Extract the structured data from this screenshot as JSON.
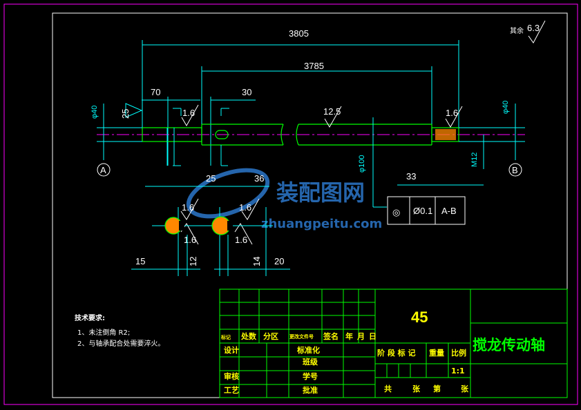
{
  "drawing": {
    "title": "搅龙传动轴",
    "material": "45",
    "scale": "1:1",
    "roughness_note_label": "其余",
    "roughness_note_value": "6.3",
    "datum_a": "A",
    "datum_b": "B",
    "dimensions": {
      "total_length": "3805",
      "inner_length": "3785",
      "left_len": "70",
      "key_len": "30",
      "key_pos_left": "25",
      "key_pos_right": "36",
      "right_step": "33",
      "left_dia": "φ40",
      "right_dia": "φ40",
      "mid_dia": "φ100",
      "thread": "M12",
      "chamfer_left": "25",
      "sec_left_w": "15",
      "sec_left_h": "12",
      "sec_right_h": "14",
      "sec_right_w": "20"
    },
    "roughness": [
      "1.6",
      "12.5",
      "1.6",
      "1.6",
      "1.6",
      "1.6",
      "1.6"
    ],
    "tolerance_frame": {
      "symbol": "◎",
      "value": "Ø0.1",
      "datum": "A-B"
    },
    "tech_requirements": {
      "heading": "技术要求:",
      "items": [
        "1、未注倒角 R2;",
        "2、与轴承配合处需要淬火。"
      ]
    },
    "title_block": {
      "row_labels": [
        "标记",
        "处数",
        "分区",
        "更改文件号",
        "签名",
        "年",
        "月",
        "日"
      ],
      "design": "设计",
      "standard": "标准化",
      "class": "班级",
      "check": "审核",
      "student_no": "学号",
      "process": "工艺",
      "approve": "批准",
      "stage_mark": "阶 段 标 记",
      "weight": "重量",
      "scale_label": "比例",
      "total": "共",
      "sheet": "张",
      "no": "第",
      "sheet2": "张"
    },
    "watermark": {
      "cn": "装配图网",
      "url": "zhuangpeitu.com"
    }
  }
}
